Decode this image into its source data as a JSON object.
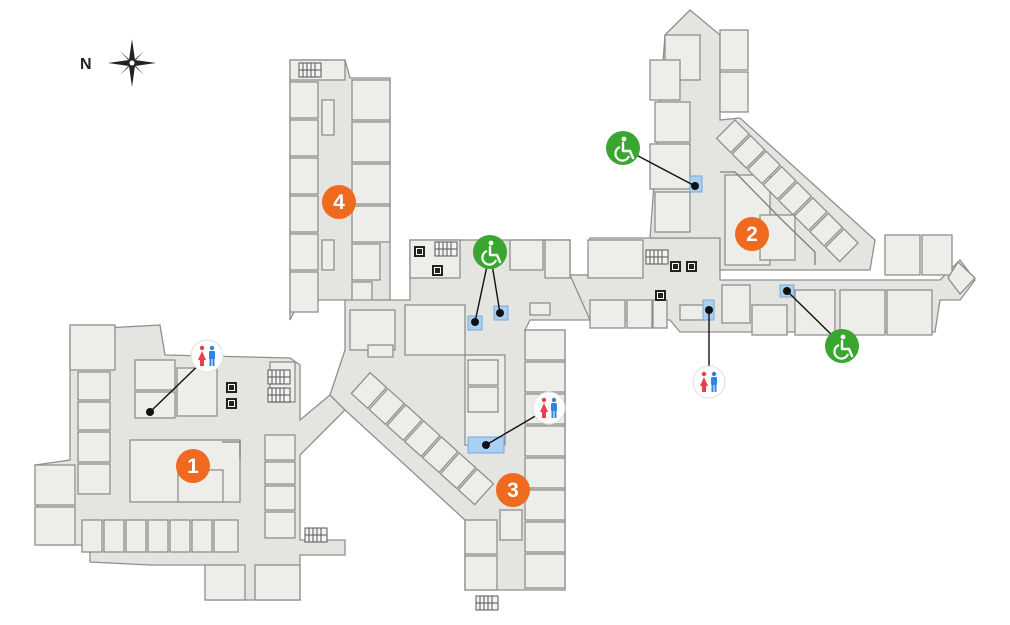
{
  "compass": {
    "label": "N",
    "icon": "compass-rose-icon"
  },
  "zones": [
    {
      "id": "zone-1",
      "label": "1"
    },
    {
      "id": "zone-2",
      "label": "2"
    },
    {
      "id": "zone-3",
      "label": "3"
    },
    {
      "id": "zone-4",
      "label": "4"
    }
  ],
  "amenities": [
    {
      "type": "restroom",
      "icon": "restroom-icon",
      "count": 3
    },
    {
      "type": "accessible",
      "icon": "wheelchair-icon",
      "count": 3
    },
    {
      "type": "stairs",
      "icon": "stairs-icon"
    },
    {
      "type": "elevator",
      "icon": "elevator-icon"
    }
  ],
  "colors": {
    "zone_marker": "#ef6a1f",
    "accessible_marker": "#3aa631",
    "restroom_female": "#e8404a",
    "restroom_male": "#2e86de",
    "highlight_room": "#a9cff2",
    "room_fill": "#ededea"
  }
}
